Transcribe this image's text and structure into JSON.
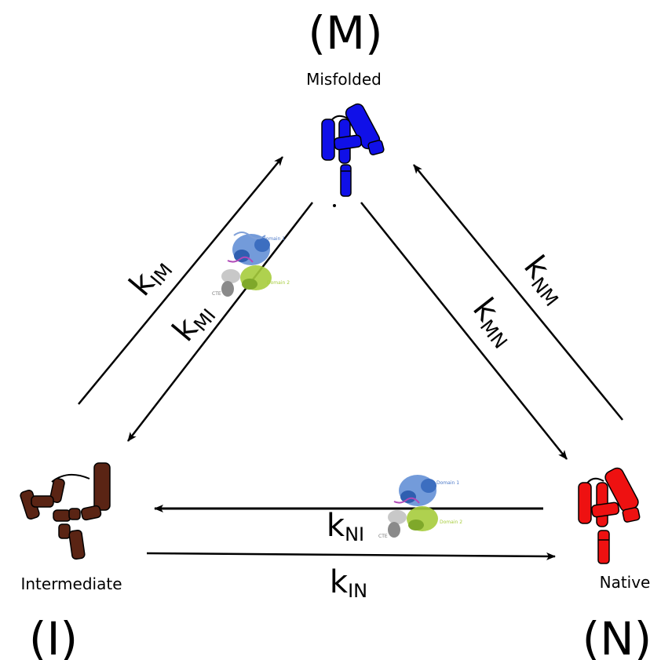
{
  "states": {
    "misfolded": {
      "letter": "(M)",
      "name": "Misfolded",
      "color": "#1010e8"
    },
    "intermediate": {
      "letter": "(I)",
      "name": "Intermediate",
      "color": "#5a2414"
    },
    "native": {
      "letter": "(N)",
      "name": "Native",
      "color": "#ee1111"
    }
  },
  "rates": {
    "k_IM": {
      "k": "k",
      "sub": "IM"
    },
    "k_MI": {
      "k": "k",
      "sub": "MI"
    },
    "k_MN": {
      "k": "k",
      "sub": "MN"
    },
    "k_NM": {
      "k": "k",
      "sub": "NM"
    },
    "k_NI": {
      "k": "k",
      "sub": "NI"
    },
    "k_IN": {
      "k": "k",
      "sub": "IN"
    }
  },
  "inset_structure": {
    "labels": [
      "Domain 1",
      "Domain 2",
      "CTE"
    ],
    "colors": {
      "domain1": "#4a78c8",
      "domain2": "#a6cc3c",
      "cte": "#999999",
      "linker": "#b04ab8"
    }
  }
}
